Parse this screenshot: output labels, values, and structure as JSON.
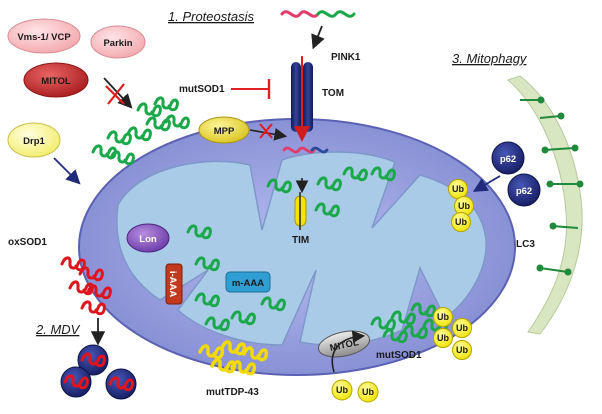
{
  "headings": {
    "proteostasis": "1. Proteostasis",
    "mitophagy": "3. Mitophagy",
    "mdv": "2. MDV"
  },
  "pills": {
    "vms1_vcp": "Vms-1/ VCP",
    "parkin": "Parkin",
    "mitol_top": "MITOL",
    "drp1": "Drp1",
    "mpp": "MPP",
    "lon": "Lon",
    "i_aaa": "i-AAA",
    "m_aaa": "m-AAA",
    "mitol_bottom": "MITOL",
    "p62_a": "p62",
    "p62_b": "p62"
  },
  "labels": {
    "pink1": "PINK1",
    "tom": "TOM",
    "tim": "TIM",
    "mutsod1_top": "mutSOD1",
    "oxsod1": "oxSOD1",
    "mutsod1_bottom": "mutSOD1",
    "muttdp43": "mutTDP-43",
    "lc3": "LC3"
  },
  "ub": [
    "Ub",
    "Ub",
    "Ub",
    "Ub",
    "Ub",
    "Ub",
    "Ub",
    "Ub"
  ],
  "colors": {
    "mito_outer": "#8f95d8",
    "mito_inner": "#a9cbe8",
    "protein_green": "#1aa84a",
    "ub_yellow": "#f7ee15",
    "p62_navy": "#1f2a7a",
    "mitol_red": "#c42a2a",
    "inhibit_red": "#e02020"
  }
}
